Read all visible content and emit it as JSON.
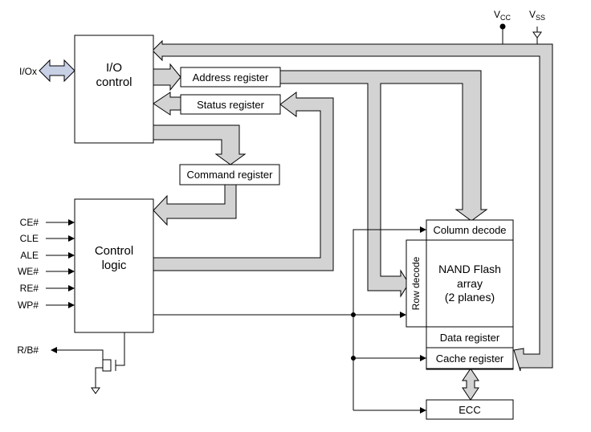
{
  "blocks": {
    "io_control": [
      "I/O",
      "control"
    ],
    "address_register": "Address register",
    "status_register": "Status register",
    "command_register": "Command register",
    "control_logic": [
      "Control",
      "logic"
    ],
    "column_decode": "Column decode",
    "row_decode": "Row decode",
    "nand_array": [
      "NAND Flash",
      "array",
      "(2 planes)"
    ],
    "data_register": "Data register",
    "cache_register": "Cache register",
    "ecc": "ECC"
  },
  "signals": {
    "io": "I/Ox",
    "inputs": [
      "CE#",
      "CLE",
      "ALE",
      "WE#",
      "RE#",
      "WP#"
    ],
    "rb": "R/B#",
    "vcc": "V",
    "vcc_sub": "CC",
    "vss": "V",
    "vss_sub": "SS"
  },
  "colors": {
    "bus_fill": "#d3d3d3",
    "io_arrow_fill": "#c8d0e6",
    "stroke": "#000000"
  }
}
